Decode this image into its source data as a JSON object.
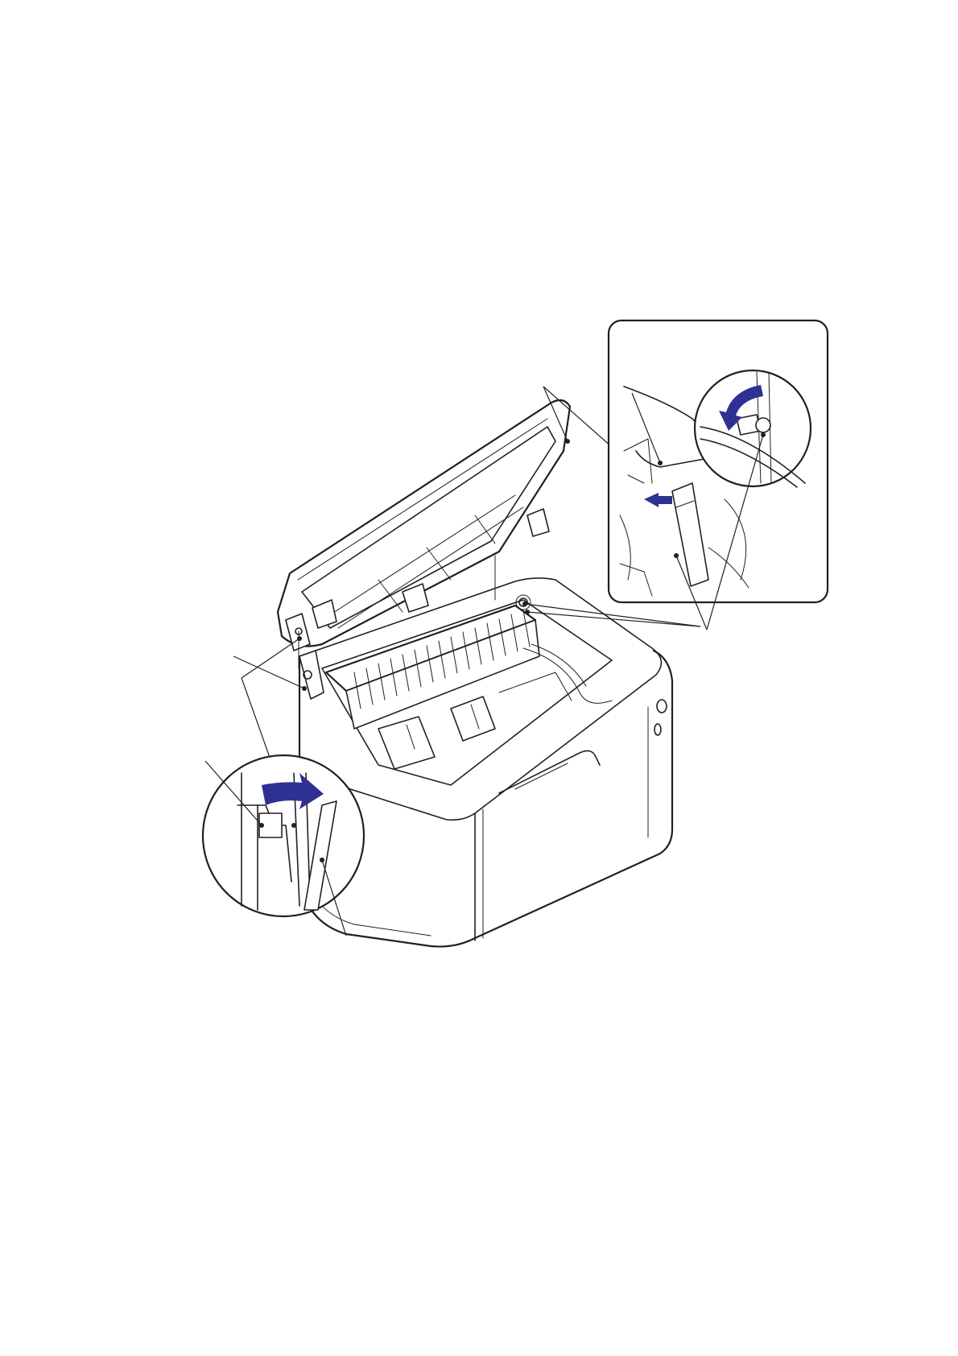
{
  "figure": {
    "kind": "printer-disassembly-illustration",
    "colors": {
      "line": "#231f20",
      "accent": "#2e3192",
      "background": "#ffffff"
    },
    "callouts": [
      {
        "id": "top-cover-hinge-arms",
        "arrow": "none"
      },
      {
        "id": "inset-right-rotate",
        "arrow": "counterclockwise"
      },
      {
        "id": "inset-right-push",
        "arrow": "left"
      },
      {
        "id": "inset-left-slide",
        "arrow": "right"
      }
    ],
    "icons": [
      "curved-arrow-icon",
      "straight-arrow-icon",
      "slide-arrow-icon"
    ]
  }
}
